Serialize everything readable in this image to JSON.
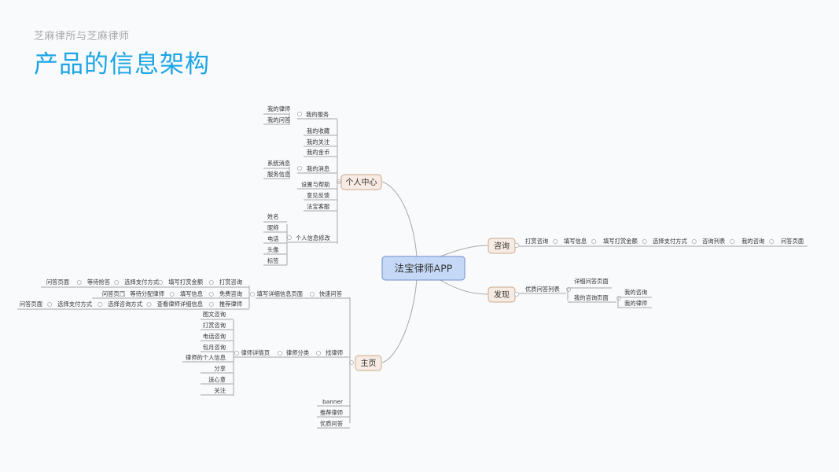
{
  "header": {
    "subtitle": "芝麻律所与芝麻律师",
    "title": "产品的信息架构"
  },
  "colors": {
    "title": "#1aa5e6",
    "root_fill": "#c5d9f7",
    "root_stroke": "#6f8fc9",
    "branch_fill": "#f7ebe3",
    "branch_stroke": "#c9a98e",
    "line": "#a7a7a7"
  },
  "mindmap": {
    "root": "法宝律师APP",
    "branches": {
      "personal": {
        "label": "个人中心",
        "my_service": {
          "label": "我的服务",
          "children": [
            "我的律师",
            "我的问答"
          ]
        },
        "favorites": "我的收藏",
        "follows": "我的关注",
        "coins": "我的金币",
        "my_messages": {
          "label": "我的消息",
          "children": [
            "系统消息",
            "服务信息"
          ]
        },
        "settings": "设置与帮助",
        "feedback": "意见反馈",
        "service": "法宝客服",
        "profile_edit": {
          "label": "个人信息修改",
          "children": [
            "姓名",
            "昵称",
            "电话",
            "头像",
            "标签"
          ]
        }
      },
      "consult": {
        "label": "咨询",
        "chain": [
          "打赏咨询",
          "填写信息",
          "填写打赏金额",
          "选择支付方式",
          "咨询列表",
          "我的咨询",
          "问答页面"
        ]
      },
      "discover": {
        "label": "发现",
        "quality_list": "优质问答列表",
        "detail_page": "详细问答页面",
        "my_consult_page": {
          "label": "我的咨询页面",
          "children": [
            "我的咨询",
            "我的律师"
          ]
        }
      },
      "home": {
        "label": "主页",
        "quick_qa": {
          "label": "快速问答",
          "fill_detail": "填写详细信息页面",
          "row1": [
            "打赏咨询",
            "填写打赏金额",
            "选择支付方式",
            "等待抢答",
            "问答页面"
          ],
          "row2": [
            "免费咨询",
            "填写信息",
            "等待分配律师",
            "问答页面"
          ],
          "row3": [
            "推荐律师",
            "查看律师详细信息",
            "选择咨询方式",
            "选择支付方式",
            "问答页面"
          ]
        },
        "find_lawyer": {
          "label": "找律师",
          "category": "律师分类",
          "detail": "律师详情页",
          "children": [
            "图文咨询",
            "打赏咨询",
            "电话咨询",
            "包月咨询",
            "律师的个人信息",
            "分享",
            "送心意",
            "关注"
          ]
        },
        "banner": "banner",
        "recommend": "推荐律师",
        "quality_qa": "优质问答"
      }
    }
  }
}
